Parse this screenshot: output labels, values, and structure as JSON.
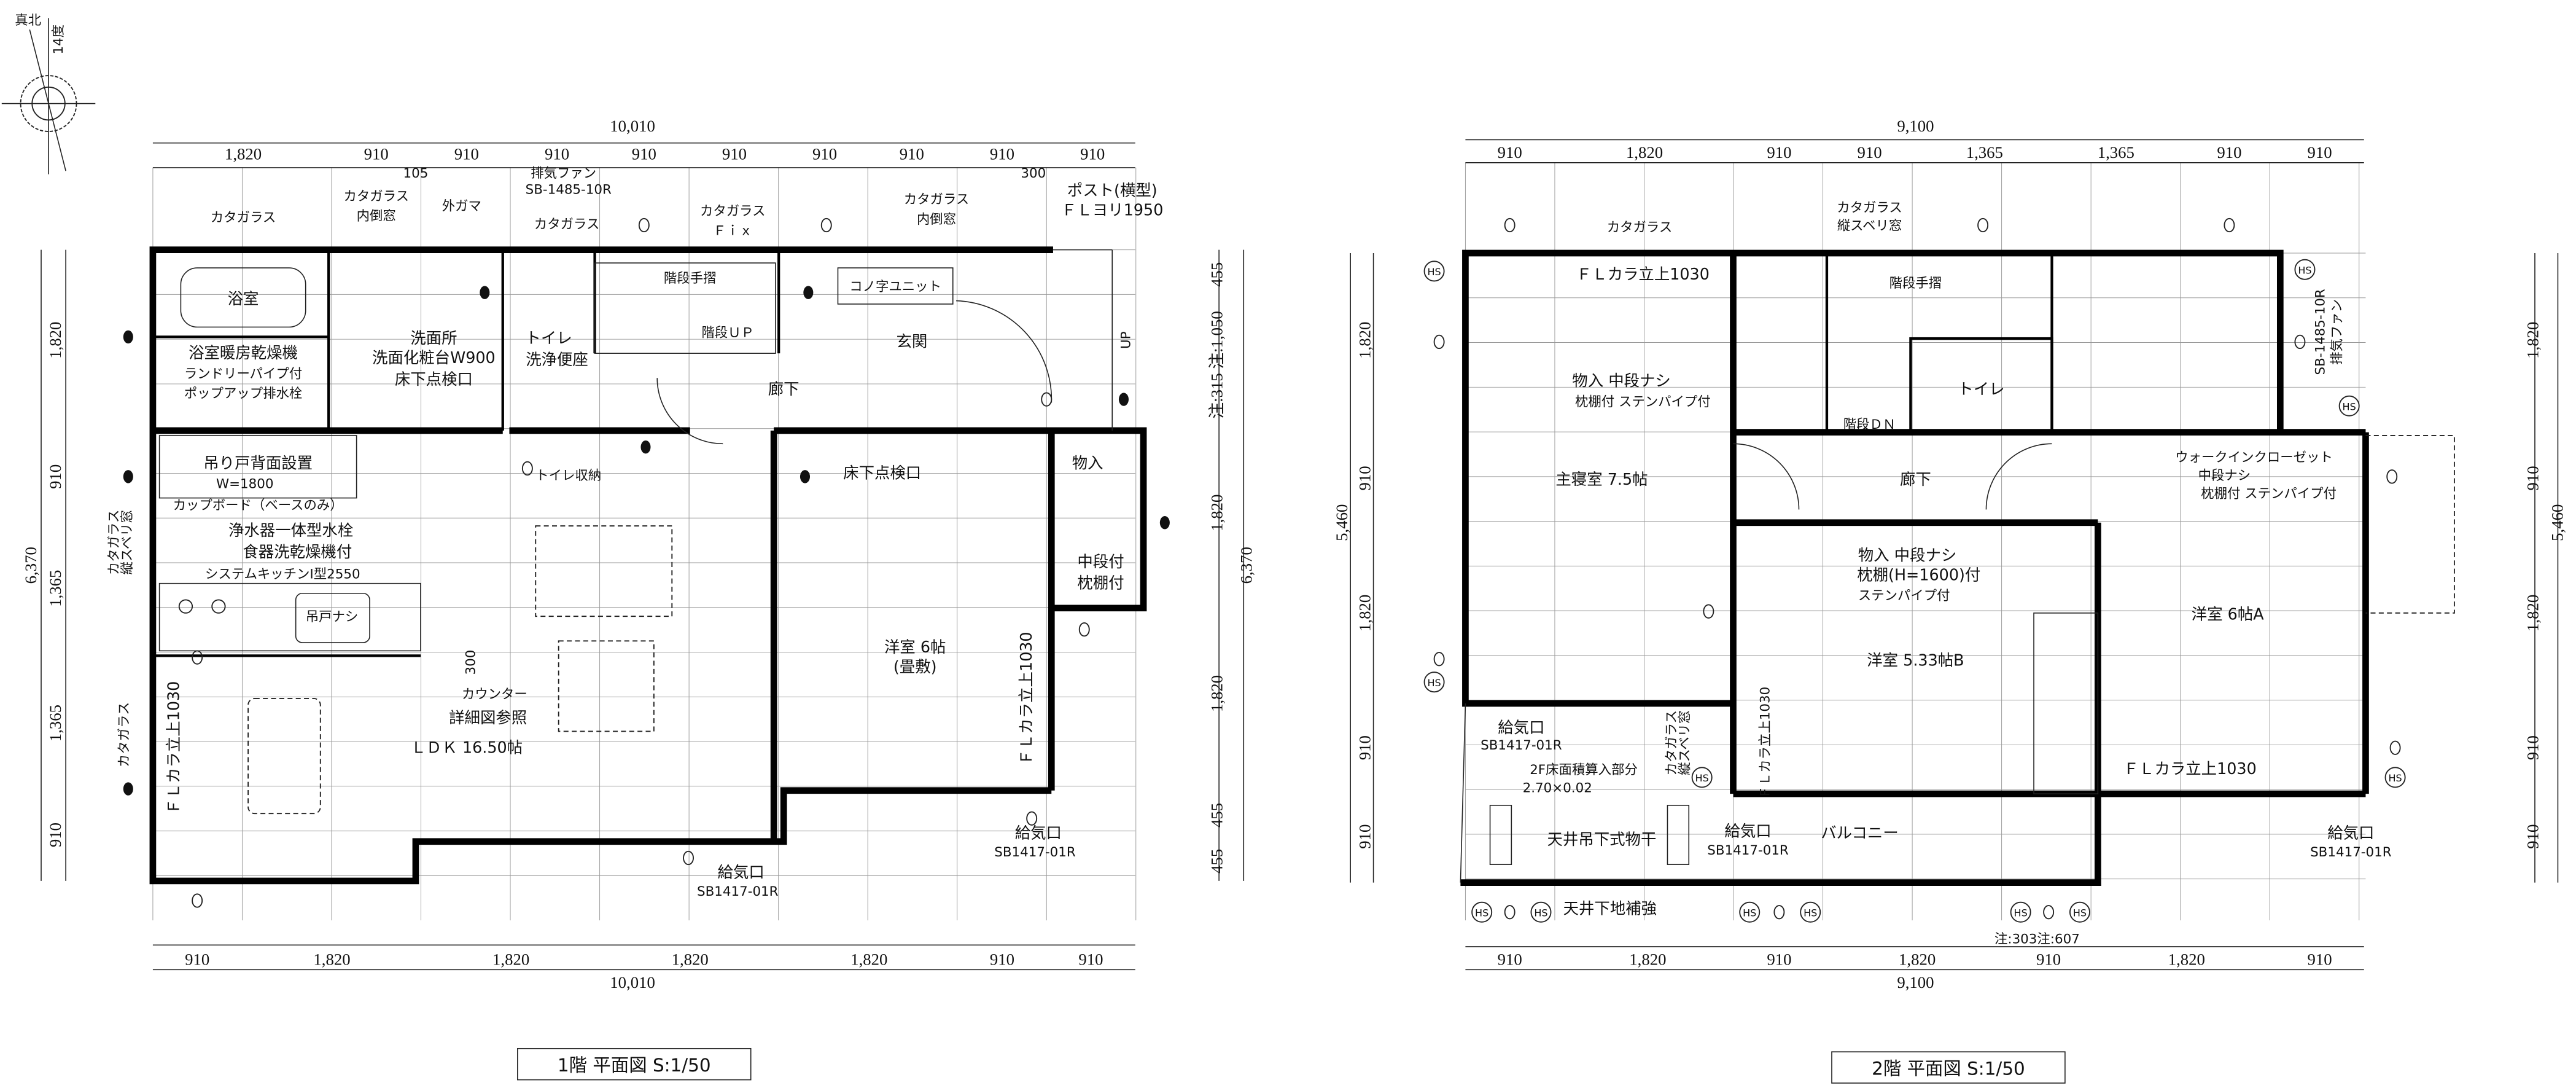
{
  "compass": {
    "true_north": "真北",
    "angle": "14度"
  },
  "floor1": {
    "title": "1階 平面図 S:1/50",
    "dims": {
      "total_top": "10,010",
      "top": [
        "1,820",
        "910",
        "910",
        "910",
        "910",
        "910",
        "910",
        "910",
        "910",
        "910"
      ],
      "sub_top": [
        "105",
        "300"
      ],
      "total_bottom": "10,010",
      "bottom": [
        "910",
        "1,820",
        "1,820",
        "1,820",
        "1,820",
        "910",
        "910"
      ],
      "left": [
        "1,820",
        "910",
        "1,365",
        "1,365",
        "910"
      ],
      "left_total": "6,370",
      "right": [
        "455",
        "注:315 注:1,050",
        "1,820",
        "1,820",
        "455",
        "455"
      ],
      "right_total": "6,370",
      "counter_300": "300"
    },
    "labels": {
      "glass_inward_window_1": [
        "カタガラス",
        "内倒窓"
      ],
      "outdoor_boiler": "外ガマ",
      "exhaust_fan": [
        "排気ファン",
        "SB-1485-10R"
      ],
      "glass_bath": "カタガラス",
      "glass_toilet": "カタガラス",
      "glass_fix": [
        "カタガラス",
        "Ｆｉｘ"
      ],
      "glass_inward_window_2": [
        "カタガラス",
        "内倒窓"
      ],
      "post": [
        "ポスト(横型)",
        "ＦＬヨリ1950"
      ],
      "bathroom": "浴室",
      "stair_handrail": "階段手摺",
      "u_unit": "コノ字ユニット",
      "stair_up": "階段ＵＰ",
      "entrance": "玄関",
      "up": "UP",
      "hallway": "廊下",
      "washroom": [
        "洗面所",
        "洗面化粧台W900",
        "床下点検口"
      ],
      "bath_dryer": [
        "浴室暖房乾燥機",
        "ランドリーパイプ付",
        "ポップアップ排水栓"
      ],
      "toilet": [
        "トイレ",
        "洗浄便座"
      ],
      "wall_cabinet": [
        "吊り戸背面設置",
        "W=1800"
      ],
      "cupboard": "カップボード（ベースのみ）",
      "kitchen": [
        "浄水器一体型水栓",
        "食器洗乾燥機付",
        "システムキッチンI型2550"
      ],
      "no_wall_cabinet": "吊戸ナシ",
      "counter": [
        "カウンター",
        "詳細図参照"
      ],
      "ldk": "ＬＤＫ 16.50帖",
      "toilet_storage": "トイレ収納",
      "floor_hatch": "床下点検口",
      "storage": "物入",
      "storage_detail": [
        "中段付",
        "枕棚付"
      ],
      "western_room": [
        "洋室 6帖",
        "(畳敷)"
      ],
      "fl_wall_right": "ＦＬカラ立上1030",
      "fl_wall_left": "ＦＬカラ立上1030",
      "glass_slide_left": [
        "カタガラス",
        "縦スベリ窓"
      ],
      "glass_left_lower": "カタガラス",
      "air_inlet_right": [
        "給気口",
        "SB1417-01R"
      ],
      "air_inlet_bottom": [
        "給気口",
        "SB1417-01R"
      ]
    }
  },
  "floor2": {
    "title": "2階 平面図 S:1/50",
    "dims": {
      "total_top": "9,100",
      "top": [
        "910",
        "1,820",
        "910",
        "910",
        "1,365",
        "1,365",
        "910",
        "910"
      ],
      "total_bottom": "9,100",
      "bottom": [
        "910",
        "1,820",
        "910",
        "1,820",
        "910",
        "1,820",
        "910"
      ],
      "left": [
        "1,820",
        "910",
        "1,820",
        "910",
        "910"
      ],
      "left_total": "5,460",
      "right": [
        "1,820",
        "910",
        "1,820",
        "910",
        "910"
      ],
      "right_total": "5,460",
      "note": "注:303注:607"
    },
    "labels": {
      "glass_top": "カタガラス",
      "glass_slide_top": [
        "カタガラス",
        "縦スベリ窓"
      ],
      "fl_wall_top": "ＦＬカラ立上1030",
      "stair_handrail": "階段手摺",
      "storage_master": [
        "物入 中段ナシ",
        "枕棚付 ステンパイプ付"
      ],
      "toilet": "トイレ",
      "stair_down": "階段ＤＮ",
      "exhaust_fan": [
        "SB-1485-10R",
        "排気ファン"
      ],
      "master_bedroom": "主寝室 7.5帖",
      "hallway": "廊下",
      "walk_in_closet": [
        "ウォークインクローゼット",
        "中段ナシ",
        "枕棚付 ステンパイプ付"
      ],
      "storage_b": [
        "物入 中段ナシ",
        "枕棚(H=1600)付",
        "ステンパイプ付"
      ],
      "room_a": "洋室 6帖A",
      "room_b": "洋室 5.33帖B",
      "air_inlet_left": [
        "給気口",
        "SB1417-01R"
      ],
      "floor_area_note": [
        "2F床面積算入部分",
        "2.70×0.02"
      ],
      "glass_slide_balcony": [
        "カタガラス",
        "縦スベリ窓"
      ],
      "fl_wall_balcony": "ＦＬカラ立上1030",
      "fl_wall_room_a": "ＦＬカラ立上1030",
      "clothes_dryer": "天井吊下式物干",
      "air_inlet_mid": [
        "給気口",
        "SB1417-01R"
      ],
      "balcony": "バルコニー",
      "air_inlet_right": [
        "給気口",
        "SB1417-01R"
      ],
      "ceiling_reinforce": "天井下地補強",
      "hs_symbol": "HS"
    }
  }
}
